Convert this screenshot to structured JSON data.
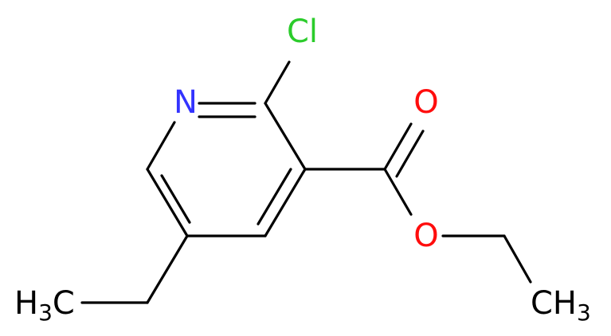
{
  "atoms": {
    "chlorine": {
      "symbol": "Cl",
      "color": "#2bcc2b"
    },
    "nitrogen": {
      "symbol": "N",
      "color": "#3333ff"
    },
    "carbonyl_oxygen": {
      "symbol": "O",
      "color": "#ff0d0d"
    },
    "ester_oxygen": {
      "symbol": "O",
      "color": "#ff0d0d"
    },
    "methyl_right": {
      "symbol": "CH",
      "subscript": "3",
      "color": "#000000"
    },
    "methyl_left": {
      "prefix": "H",
      "subscript": "3",
      "symbol": "C",
      "color": "#000000"
    }
  },
  "bond_color": "#000000"
}
